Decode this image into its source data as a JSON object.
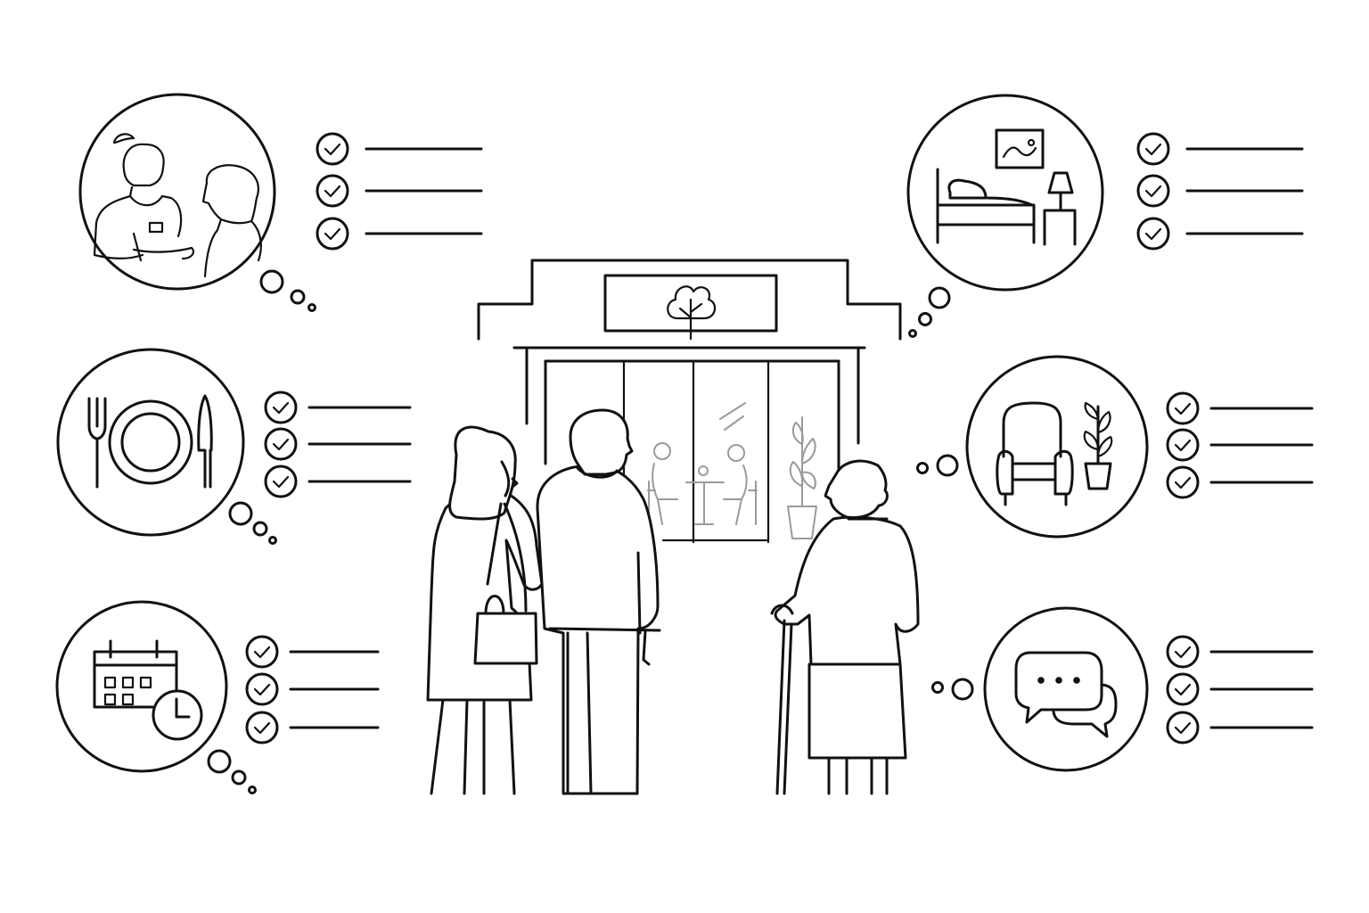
{
  "colors": {
    "ink": "#111111",
    "paper": "#ffffff",
    "faded": "#9a9a9a"
  },
  "features": [
    {
      "icon": "caregiver-with-resident-icon",
      "items": 3
    },
    {
      "icon": "dining-plate-icon",
      "items": 3
    },
    {
      "icon": "calendar-schedule-icon",
      "items": 3
    },
    {
      "icon": "private-room-icon",
      "items": 3
    },
    {
      "icon": "lounge-armchair-icon",
      "items": 3
    },
    {
      "icon": "chat-bubbles-icon",
      "items": 3
    }
  ],
  "building": {
    "sign_icon": "tree-logo-icon"
  },
  "visitors": [
    "woman-with-handbag",
    "man",
    "elderly-woman-with-cane"
  ]
}
